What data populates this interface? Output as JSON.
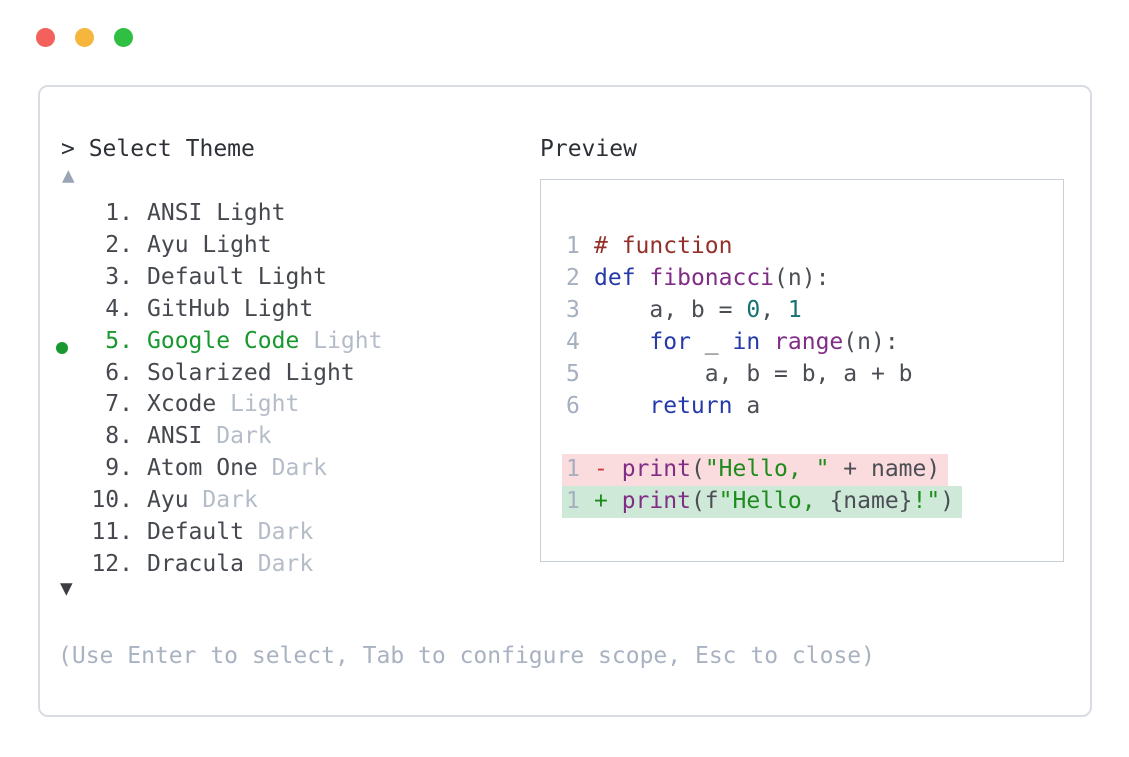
{
  "colors": {
    "traffic_red": "#f4605c",
    "traffic_yellow": "#f5b63d",
    "traffic_green": "#2ebf43",
    "panel_border": "#d9dce2",
    "box_border": "#c9cfd8",
    "text_primary": "#2d3036",
    "text_list": "#45484e",
    "text_dim": "#b5bcc9",
    "selected_green": "#18982e",
    "scroll_up": "#9aa4b4",
    "scroll_down": "#3c3e42",
    "line_number": "#a6afbf",
    "syn_comment": "#93302b",
    "syn_keyword": "#2639a8",
    "syn_name": "#802d86",
    "syn_literal": "#157272",
    "syn_string": "#1d8c1d",
    "syn_plain": "#4b4e54",
    "diff_removed_bg": "#fadbde",
    "diff_added_bg": "#cfe9d9",
    "diff_minus": "#cc3b33",
    "diff_plus": "#1d8c1d",
    "hint_text": "#a9b2c1"
  },
  "theme_picker": {
    "prompt": "> Select Theme",
    "scroll_up_icon": "▲",
    "scroll_down_icon": "▼",
    "items": [
      {
        "num": "1.",
        "name": "ANSI Light",
        "dim": "",
        "selected": false
      },
      {
        "num": "2.",
        "name": "Ayu Light",
        "dim": "",
        "selected": false
      },
      {
        "num": "3.",
        "name": "Default Light",
        "dim": "",
        "selected": false
      },
      {
        "num": "4.",
        "name": "GitHub Light",
        "dim": "",
        "selected": false
      },
      {
        "num": "5.",
        "name": "Google Code",
        "dim": "Light",
        "selected": true
      },
      {
        "num": "6.",
        "name": "Solarized Light",
        "dim": "",
        "selected": false
      },
      {
        "num": "7.",
        "name": "Xcode",
        "dim": "Light",
        "selected": false
      },
      {
        "num": "8.",
        "name": "ANSI",
        "dim": "Dark",
        "selected": false
      },
      {
        "num": "9.",
        "name": "Atom One",
        "dim": "Dark",
        "selected": false
      },
      {
        "num": "10.",
        "name": "Ayu",
        "dim": "Dark",
        "selected": false
      },
      {
        "num": "11.",
        "name": "Default",
        "dim": "Dark",
        "selected": false
      },
      {
        "num": "12.",
        "name": "Dracula",
        "dim": "Dark",
        "selected": false
      }
    ],
    "hint": "(Use Enter to select, Tab to configure scope, Esc to close)"
  },
  "preview": {
    "label": "Preview",
    "code_lines": [
      {
        "num": "1",
        "tokens": [
          {
            "t": "# function",
            "c": "comment"
          }
        ]
      },
      {
        "num": "2",
        "tokens": [
          {
            "t": "def",
            "c": "keyword"
          },
          {
            "t": " ",
            "c": "plain"
          },
          {
            "t": "fibonacci",
            "c": "fname"
          },
          {
            "t": "(n):",
            "c": "plain"
          }
        ]
      },
      {
        "num": "3",
        "tokens": [
          {
            "t": "    a, b = ",
            "c": "plain"
          },
          {
            "t": "0",
            "c": "literal"
          },
          {
            "t": ", ",
            "c": "plain"
          },
          {
            "t": "1",
            "c": "literal"
          }
        ]
      },
      {
        "num": "4",
        "tokens": [
          {
            "t": "    ",
            "c": "plain"
          },
          {
            "t": "for",
            "c": "keyword"
          },
          {
            "t": " _ ",
            "c": "plain"
          },
          {
            "t": "in",
            "c": "keyword"
          },
          {
            "t": " ",
            "c": "plain"
          },
          {
            "t": "range",
            "c": "fname"
          },
          {
            "t": "(n):",
            "c": "plain"
          }
        ]
      },
      {
        "num": "5",
        "tokens": [
          {
            "t": "        a, b = b, a + b",
            "c": "plain"
          }
        ]
      },
      {
        "num": "6",
        "tokens": [
          {
            "t": "    ",
            "c": "plain"
          },
          {
            "t": "return",
            "c": "keyword"
          },
          {
            "t": " a",
            "c": "plain"
          }
        ]
      }
    ],
    "diff_lines": [
      {
        "num": "1",
        "kind": "removed",
        "tokens": [
          {
            "t": "- ",
            "c": "minus"
          },
          {
            "t": "print",
            "c": "fname"
          },
          {
            "t": "(",
            "c": "plain"
          },
          {
            "t": "\"Hello, \"",
            "c": "string"
          },
          {
            "t": " + name)",
            "c": "plain"
          }
        ]
      },
      {
        "num": "1",
        "kind": "added",
        "tokens": [
          {
            "t": "+ ",
            "c": "plus"
          },
          {
            "t": "print",
            "c": "fname"
          },
          {
            "t": "(f",
            "c": "plain"
          },
          {
            "t": "\"Hello, ",
            "c": "string"
          },
          {
            "t": "{name}",
            "c": "plain"
          },
          {
            "t": "!\"",
            "c": "string"
          },
          {
            "t": ")",
            "c": "plain"
          }
        ]
      }
    ]
  }
}
